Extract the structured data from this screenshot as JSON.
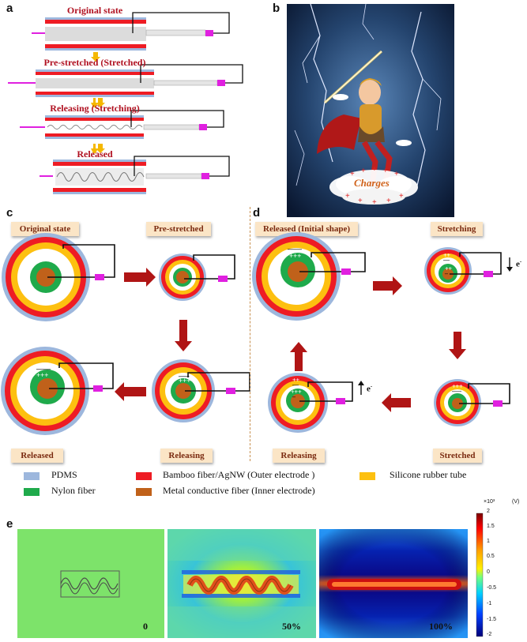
{
  "panels": {
    "a": "a",
    "b": "b",
    "c": "c",
    "d": "d",
    "e": "e"
  },
  "panel_a": {
    "states": [
      "Original state",
      "Pre-stretched (Stretched)",
      "Releasing (Stretching)",
      "Released"
    ]
  },
  "panel_b": {
    "charges_label": "Charges"
  },
  "panel_c": {
    "original": "Original state",
    "prestretched": "Pre-stretched",
    "released": "Released",
    "releasing": "Releasing"
  },
  "panel_d": {
    "released_initial": "Released (Initial shape)",
    "stretching": "Stretching",
    "releasing": "Releasing",
    "stretched": "Stretched",
    "electron": "e",
    "electron_sup": "-"
  },
  "legend": [
    {
      "label": "PDMS",
      "color": "#9db7dd"
    },
    {
      "label": "Bamboo fiber/AgNW (Outer electrode )",
      "color": "#ee1c24"
    },
    {
      "label": "Silicone rubber tube",
      "color": "#fdc010"
    },
    {
      "label": "Nylon fiber",
      "color": "#1faa4b"
    },
    {
      "label": "Metal conductive fiber (Inner electrode)",
      "color": "#c0611a"
    }
  ],
  "panel_e": {
    "strains": [
      "0",
      "50%",
      "100%"
    ],
    "colorbar": {
      "unit": "(V)",
      "scale": "×10³",
      "ticks": [
        "2",
        "1.5",
        "1",
        "0.5",
        "0",
        "-0.5",
        "-1",
        "-1.5",
        "-2"
      ]
    }
  },
  "colors": {
    "pdms": "#9db7dd",
    "outer": "#ee1c24",
    "tube": "#fdc010",
    "nylon": "#1faa4b",
    "inner": "#c0611a",
    "arrow": "#b01515",
    "magenta": "#e020e0"
  }
}
